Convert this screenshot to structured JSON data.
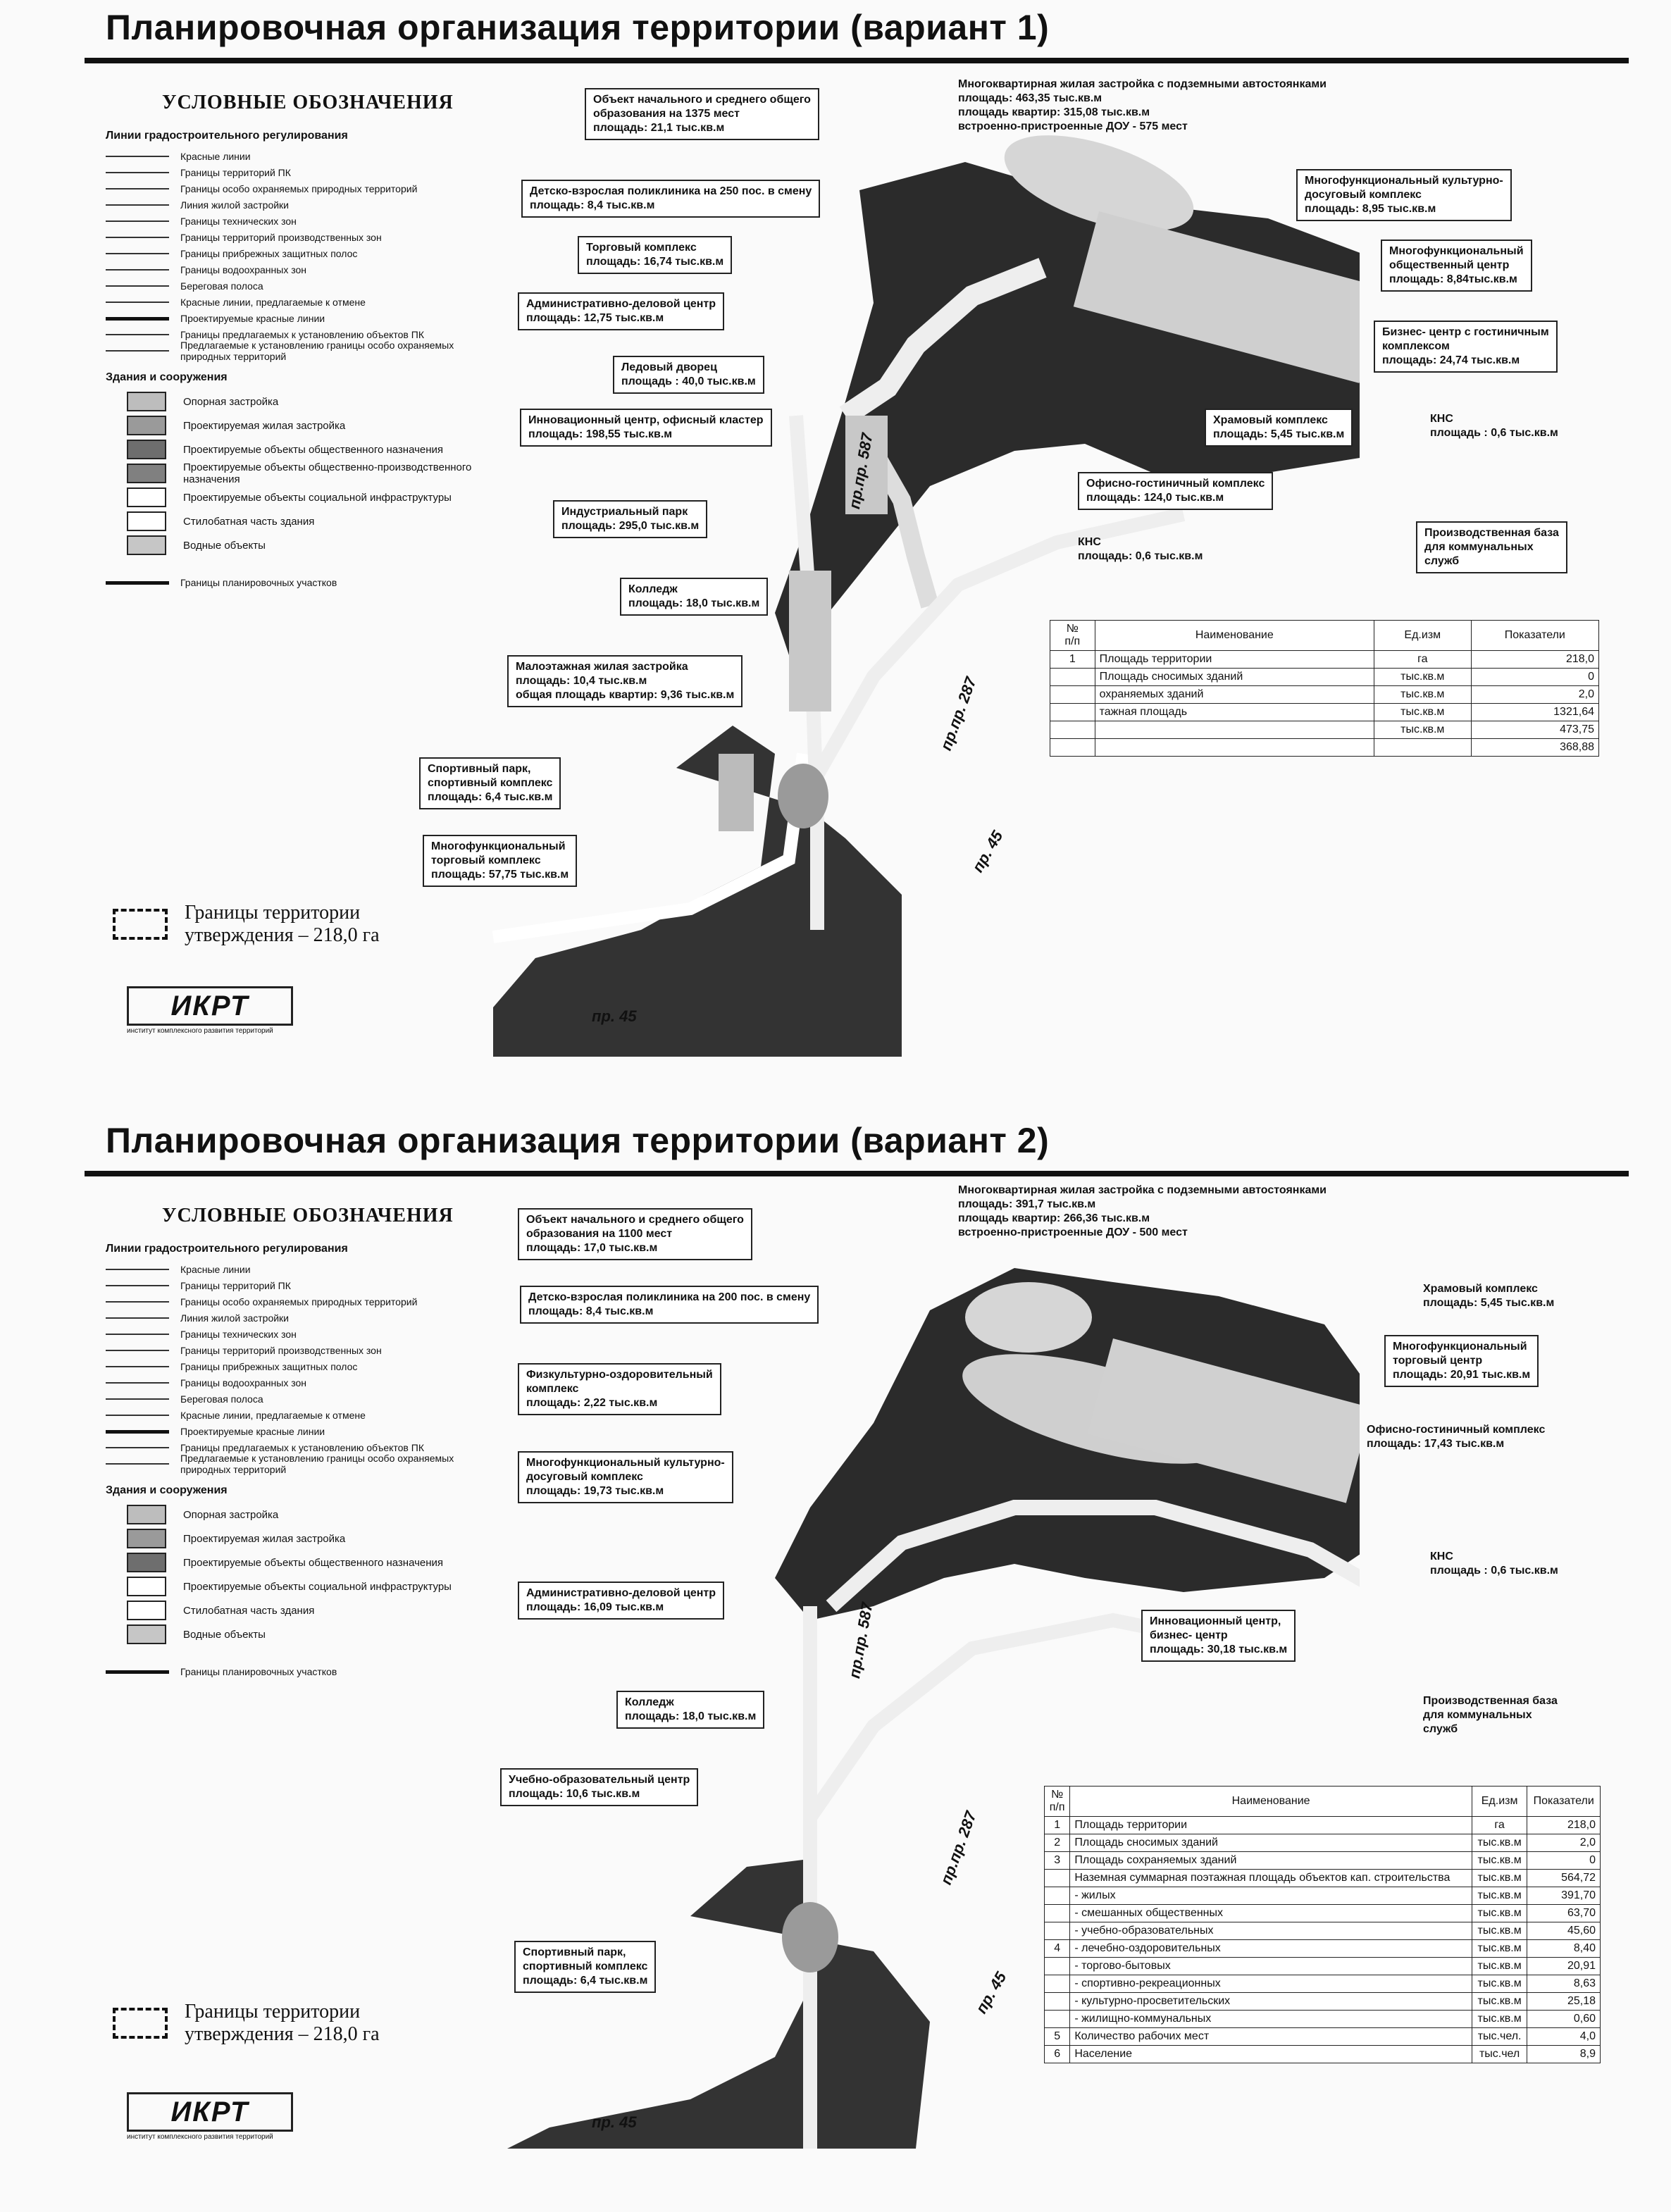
{
  "panels": [
    {
      "title": "Планировочная организация территории (вариант 1)",
      "legend": {
        "heading": "УСЛОВНЫЕ ОБОЗНАЧЕНИЯ",
        "lines_title": "Линии градостроительного регулирования",
        "lines": [
          "Красные линии",
          "Границы территорий ПК",
          "Границы особо охраняемых природных территорий",
          "Линия жилой застройки",
          "Границы технических зон",
          "Границы территорий производственных зон",
          "Границы прибрежных защитных полос",
          "Границы водоохранных зон",
          "Береговая полоса",
          "Красные линии, предлагаемые к отмене",
          "Проектируемые красные линии",
          "Границы предлагаемых к установлению объектов ПК",
          "Предлагаемые к установлению границы особо охраняемых природных территорий"
        ],
        "buildings_title": "Здания и сооружения",
        "buildings": [
          "Опорная застройка",
          "Проектируемая жилая застройка",
          "Проектируемые объекты общественного назначения",
          "Проектируемые объекты общественно-производственного назначения",
          "Проектируемые объекты социальной инфраструктуры",
          "Стилобатная часть здания",
          "Водные объекты"
        ],
        "plan_borders": "Границы планировочных участков",
        "approval": "Границы территории\nутверждения – 218,0 га"
      },
      "logo": "ИКРТ",
      "logo_sub": "институт комплексного развития территорий",
      "roads": [
        "пр.пр. 587",
        "пр.пр. 287",
        "пр. 45",
        "пр. 45"
      ],
      "labels": [
        "Объект начального и среднего общего\nобразования на 1375 мест\nплощадь: 21,1 тыс.кв.м",
        "Многоквартирная жилая застройка с подземными автостоянками\nплощадь: 463,35 тыс.кв.м\nплощадь квартир: 315,08 тыс.кв.м\nвстроенно-пристроенные ДОУ - 575 мест",
        "Детско-взрослая поликлиника на 250 пос. в смену\nплощадь: 8,4 тыс.кв.м",
        "Многофункциональный культурно-\nдосуговый комплекс\nплощадь: 8,95 тыс.кв.м",
        "Торговый комплекс\nплощадь: 16,74 тыс.кв.м",
        "Многофункциональный\nобщественный центр\nплощадь: 8,84тыс.кв.м",
        "Административно-деловой центр\nплощадь: 12,75 тыс.кв.м",
        "Бизнес- центр с гостиничным\nкомплексом\nплощадь: 24,74 тыс.кв.м",
        "Ледовый дворец\nплощадь : 40,0 тыс.кв.м",
        "Храмовый комплекс\nплощадь: 5,45 тыс.кв.м",
        "КНС\nплощадь : 0,6 тыс.кв.м",
        "Инновационный центр, офисный кластер\nплощадь: 198,55 тыс.кв.м",
        "Офисно-гостиничный комплекс\nплощадь: 124,0 тыс.кв.м",
        "Индустриальный парк\nплощадь: 295,0 тыс.кв.м",
        "КНС\nплощадь: 0,6 тыс.кв.м",
        "Производственная база\nдля коммунальных\nслужб",
        "Колледж\nплощадь: 18,0 тыс.кв.м",
        "Малоэтажная жилая застройка\nплощадь: 10,4 тыс.кв.м\nобщая площадь квартир: 9,36 тыс.кв.м",
        "Спортивный парк,\nспортивный комплекс\nплощадь: 6,4 тыс.кв.м",
        "Многофункциональный\nторговый комплекс\nплощадь: 57,75 тыс.кв.м"
      ],
      "table": {
        "headers": [
          "№\nп/п",
          "Наименование",
          "Ед.изм",
          "Показатели"
        ],
        "rows": [
          [
            "1",
            "Площадь территории",
            "га",
            "218,0"
          ],
          [
            "",
            "Площадь сносимых зданий",
            "тыс.кв.м",
            "0"
          ],
          [
            "",
            "охраняемых зданий",
            "тыс.кв.м",
            "2,0"
          ],
          [
            "",
            "тажная площадь",
            "тыс.кв.м",
            "1321,64"
          ],
          [
            "",
            "",
            "тыс.кв.м",
            "473,75"
          ],
          [
            "",
            "",
            "",
            "368,88"
          ]
        ]
      }
    },
    {
      "title": "Планировочная организация территории (вариант 2)",
      "legend": {
        "heading": "УСЛОВНЫЕ ОБОЗНАЧЕНИЯ",
        "lines_title": "Линии градостроительного регулирования",
        "lines": [
          "Красные линии",
          "Границы территорий ПК",
          "Границы особо охраняемых природных территорий",
          "Линия жилой застройки",
          "Границы технических зон",
          "Границы территорий производственных зон",
          "Границы прибрежных защитных полос",
          "Границы водоохранных зон",
          "Береговая полоса",
          "Красные линии, предлагаемые к отмене",
          "Проектируемые красные линии",
          "Границы предлагаемых к установлению объектов ПК",
          "Предлагаемые к установлению границы особо охраняемых природных территорий"
        ],
        "buildings_title": "Здания и сооружения",
        "buildings": [
          "Опорная застройка",
          "Проектируемая жилая застройка",
          "Проектируемые объекты общественного назначения",
          "Проектируемые объекты социальной инфраструктуры",
          "Стилобатная часть здания",
          "Водные объекты"
        ],
        "plan_borders": "Границы планировочных участков",
        "approval": "Границы территории\nутверждения – 218,0 га"
      },
      "logo": "ИКРТ",
      "logo_sub": "институт комплексного развития территорий",
      "roads": [
        "пр.пр. 587",
        "пр.пр. 287",
        "пр. 45",
        "пр. 45"
      ],
      "labels": [
        "Объект начального и среднего общего\nобразования на 1100 мест\nплощадь: 17,0 тыс.кв.м",
        "Многоквартирная жилая застройка с подземными автостоянками\nплощадь: 391,7 тыс.кв.м\nплощадь квартир: 266,36 тыс.кв.м\nвстроенно-пристроенные ДОУ - 500 мест",
        "Детско-взрослая поликлиника на 200 пос. в смену\nплощадь: 8,4 тыс.кв.м",
        "Храмовый комплекс\nплощадь: 5,45 тыс.кв.м",
        "Физкультурно-оздоровительный\nкомплекс\nплощадь: 2,22 тыс.кв.м",
        "Многофункциональный\nторговый центр\nплощадь: 20,91 тыс.кв.м",
        "Офисно-гостиничный комплекс\nплощадь: 17,43 тыс.кв.м",
        "Многофункциональный культурно-\nдосуговый комплекс\nплощадь: 19,73 тыс.кв.м",
        "КНС\nплощадь : 0,6 тыс.кв.м",
        "Административно-деловой центр\nплощадь: 16,09 тыс.кв.м",
        "Инновационный центр,\nбизнес- центр\nплощадь: 30,18 тыс.кв.м",
        "Производственная база\nдля коммунальных\nслужб",
        "Колледж\nплощадь: 18,0 тыс.кв.м",
        "Учебно-образовательный центр\nплощадь: 10,6 тыс.кв.м",
        "Спортивный парк,\nспортивный комплекс\nплощадь: 6,4 тыс.кв.м"
      ],
      "table": {
        "headers": [
          "№\nп/п",
          "Наименование",
          "Ед.изм",
          "Показатели"
        ],
        "rows": [
          [
            "1",
            "Площадь территории",
            "га",
            "218,0"
          ],
          [
            "2",
            "Площадь сносимых зданий",
            "тыс.кв.м",
            "2,0"
          ],
          [
            "3",
            "Площадь сохраняемых зданий",
            "тыс.кв.м",
            "0"
          ],
          [
            "",
            "Наземная суммарная поэтажная площадь объектов кап. строительства",
            "тыс.кв.м",
            "564,72"
          ],
          [
            "",
            "- жилых",
            "тыс.кв.м",
            "391,70"
          ],
          [
            "",
            "- смешанных общественных",
            "тыс.кв.м",
            "63,70"
          ],
          [
            "",
            "- учебно-образовательных",
            "тыс.кв.м",
            "45,60"
          ],
          [
            "4",
            "- лечебно-оздоровительных",
            "тыс.кв.м",
            "8,40"
          ],
          [
            "",
            "- торгово-бытовых",
            "тыс.кв.м",
            "20,91"
          ],
          [
            "",
            "- спортивно-рекреационных",
            "тыс.кв.м",
            "8,63"
          ],
          [
            "",
            "- культурно-просветительских",
            "тыс.кв.м",
            "25,18"
          ],
          [
            "",
            "- жилищно-коммунальных",
            "тыс.кв.м",
            "0,60"
          ],
          [
            "5",
            "Количество рабочих мест",
            "тыс.чел.",
            "4,0"
          ],
          [
            "6",
            "Население",
            "тыс.чел",
            "8,9"
          ]
        ]
      }
    }
  ]
}
